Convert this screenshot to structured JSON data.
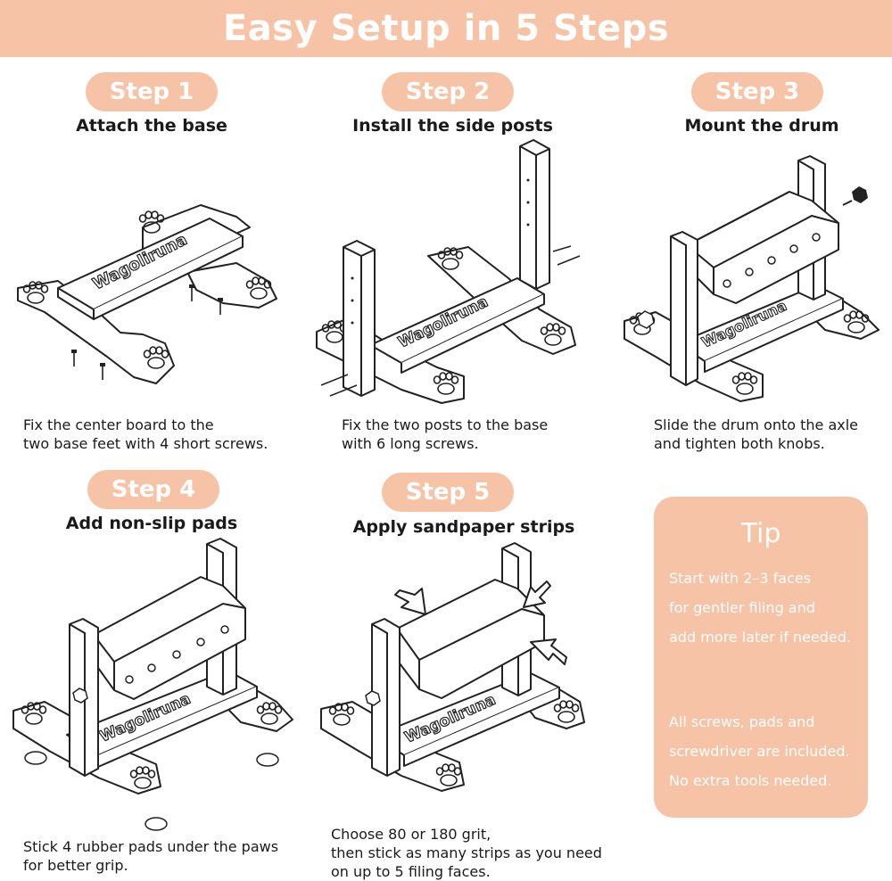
{
  "header": {
    "title": "Easy Setup in 5 Steps"
  },
  "brand": "Wagoliruna",
  "steps": [
    {
      "badge": "Step 1",
      "title": "Attach the base",
      "caption": [
        "Fix the center board to the",
        "two base feet with 4 short screws."
      ]
    },
    {
      "badge": "Step 2",
      "title": "Install the side posts",
      "caption": [
        "Fix the two posts to the base",
        "with 6 long screws."
      ]
    },
    {
      "badge": "Step 3",
      "title": "Mount the drum",
      "caption": [
        "Slide the drum onto the axle",
        "and tighten both knobs."
      ]
    },
    {
      "badge": "Step 4",
      "title": "Add non-slip pads",
      "caption": [
        "Stick 4 rubber pads under the paws",
        "for better grip."
      ]
    },
    {
      "badge": "Step 5",
      "title": "Apply sandpaper strips",
      "caption": [
        "Choose 80 or 180 grit,",
        "then stick as many strips as you need",
        "on up to 5 filing faces."
      ]
    }
  ],
  "tip": {
    "title": "Tip",
    "lines": [
      "Start with 2–3 faces",
      "for gentler filing and",
      "add more later if needed.",
      "All screws, pads and",
      "screwdriver are included.",
      "No extra tools needed."
    ]
  },
  "colors": {
    "accent": "#f7c3a6",
    "text": "#1a1a1a",
    "line": "#222222",
    "white": "#ffffff"
  }
}
